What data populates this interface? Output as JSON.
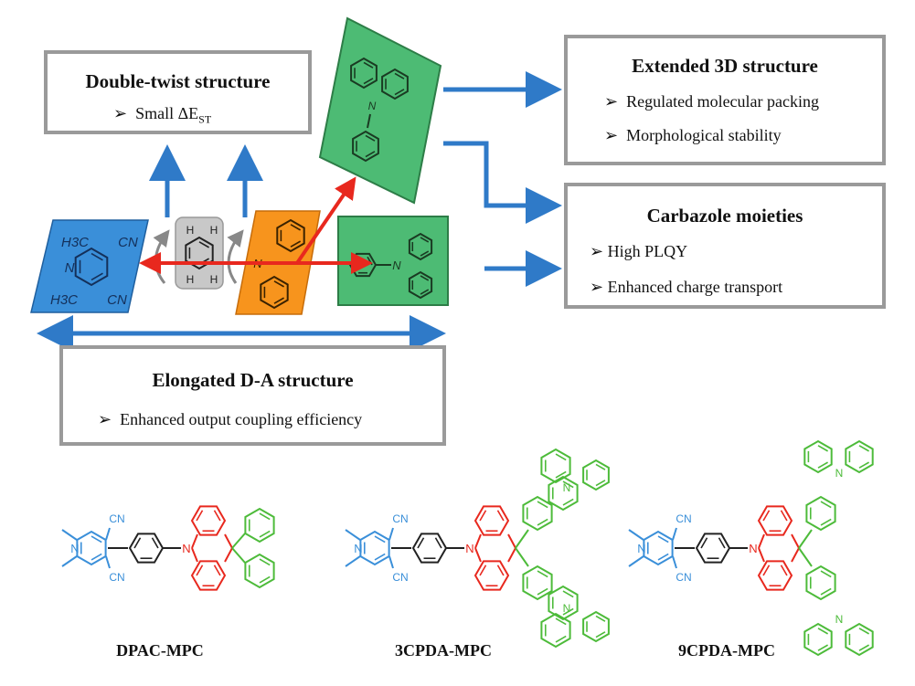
{
  "boxes": {
    "double_twist": {
      "title": "Double-twist structure",
      "items": [
        "Small ΔE",
        "ST"
      ]
    },
    "extended_3d": {
      "title": "Extended 3D structure",
      "items": [
        "Regulated molecular packing",
        "Morphological stability"
      ]
    },
    "carbazole": {
      "title": "Carbazole moieties",
      "items": [
        "High PLQY",
        "Enhanced charge transport"
      ]
    },
    "elongated": {
      "title": "Elongated D-A structure",
      "items": [
        "Enhanced output coupling efficiency"
      ]
    }
  },
  "bullet": "➢",
  "acceptor_labels": {
    "h3c_top": "H3C",
    "cn_top": "CN",
    "n": "N",
    "h3c_bottom": "H3C",
    "cn_bottom": "CN"
  },
  "linker_labels": {
    "h": "H"
  },
  "donor_labels": {
    "n": "N"
  },
  "molecules": [
    "DPAC-MPC",
    "3CPDA-MPC",
    "9CPDA-MPC"
  ],
  "molecule_atoms": {
    "cn": "CN",
    "n": "N"
  },
  "colors": {
    "acceptor": "#3a8fd9",
    "linker": "#c8c8c8",
    "donor": "#f7941d",
    "carbazole": "#4dbb74",
    "arrow_blue": "#2f7ac8",
    "arrow_red": "#e8281e",
    "box_border": "#9a9a9a"
  }
}
